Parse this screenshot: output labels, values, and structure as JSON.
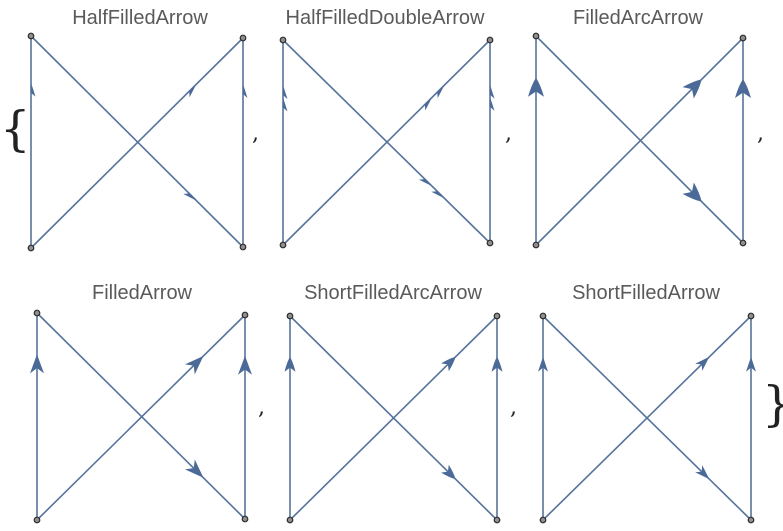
{
  "list": {
    "open_brace": "{",
    "close_brace": "}",
    "separator": ","
  },
  "colors": {
    "edge": "#56739c",
    "arrowhead": "#4c6a98",
    "vertex_fill": "#8f8f8f",
    "vertex_stroke": "#2c2c2c",
    "title": "#5a5a5a"
  },
  "graph": {
    "vertices": [
      "top-left",
      "top-right",
      "bottom-left",
      "bottom-right"
    ],
    "edges": [
      {
        "from": "bottom-left",
        "to": "top-left"
      },
      {
        "from": "top-left",
        "to": "bottom-right"
      },
      {
        "from": "bottom-left",
        "to": "top-right"
      },
      {
        "from": "bottom-right",
        "to": "top-right"
      }
    ]
  },
  "panels": [
    {
      "title": "HalfFilledArrow",
      "arrow_style": "half-filled"
    },
    {
      "title": "HalfFilledDoubleArrow",
      "arrow_style": "half-filled-double"
    },
    {
      "title": "FilledArcArrow",
      "arrow_style": "filled-arc"
    },
    {
      "title": "FilledArrow",
      "arrow_style": "filled"
    },
    {
      "title": "ShortFilledArcArrow",
      "arrow_style": "short-filled-arc"
    },
    {
      "title": "ShortFilledArrow",
      "arrow_style": "short-filled"
    }
  ]
}
